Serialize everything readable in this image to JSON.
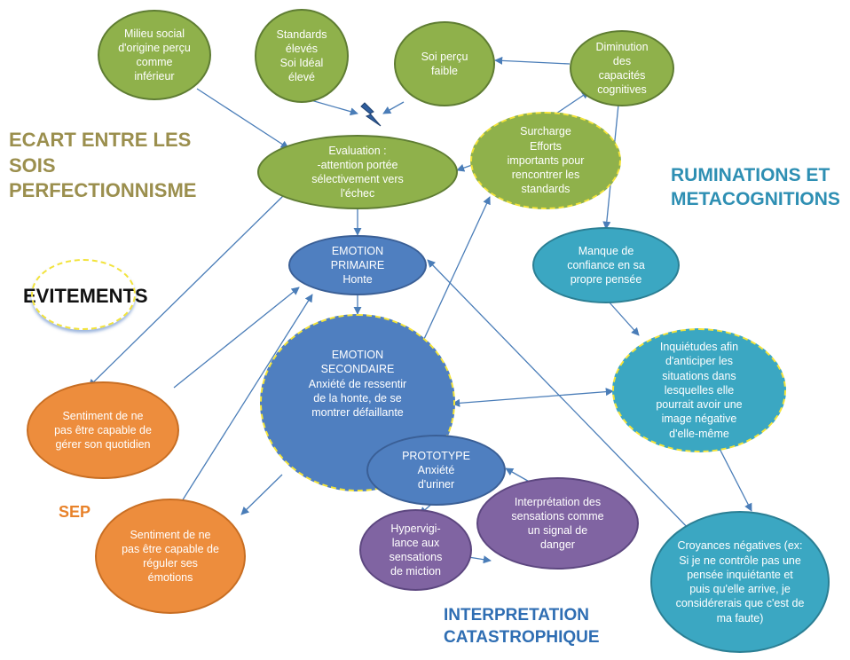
{
  "colors": {
    "green_node": "#8fb14b",
    "blue_node": "#4f7fc0",
    "teal_node": "#3ba7c2",
    "orange_node": "#ed8d3d",
    "purple_node": "#8064a2",
    "arrow": "#4a7db8",
    "dashed_outline": "#f2e33a",
    "title_olive": "#9b8f4e",
    "title_teal": "#2e8fb3",
    "title_orange": "#e8822a",
    "title_blue": "#2f6eb3"
  },
  "icons": {
    "lightning": "lightning-bolt-icon"
  },
  "labels": {
    "ecart": "ECART ENTRE LES\nSOIS\nPERFECTIONNISME",
    "evitements": "EVITEMENTS",
    "ruminations": "RUMINATIONS ET\nMETACOGNITIONS",
    "sep": "SEP",
    "interpretation": "INTERPRETATION\nCATASTROPHIQUE"
  },
  "nodes": {
    "milieu_social": "Milieu social\nd'origine perçu\ncomme\ninférieur",
    "standards": "Standards\nélevés\nSoi Idéal\nélevé",
    "soi_percu": "Soi perçu\nfaible",
    "diminution": "Diminution\ndes\ncapacités\ncognitives",
    "evaluation": "Evaluation :\n-attention portée\nsélectivement vers\nl'échec",
    "surcharge": "Surcharge\nEfforts\nimportants pour\nrencontrer les\nstandards",
    "emotion_primaire": "EMOTION\nPRIMAIRE\nHonte",
    "manque_confiance": "Manque de\nconfiance en sa\npropre pensée",
    "emotion_secondaire": "EMOTION\nSECONDAIRE\nAnxiété de ressentir\nde la honte, de se\nmontrer défaillante",
    "inquietudes": "Inquiétudes afin\nd'anticiper les\nsituations dans\nlesquelles elle\npourrait avoir une\nimage négative\nd'elle-même",
    "sentiment_quotidien": "Sentiment de ne\npas être capable de\ngérer son quotidien",
    "prototype": "PROTOTYPE\nAnxiété\nd'uriner",
    "interpretation_sensations": "Interprétation des\nsensations comme\nun signal de\ndanger",
    "hypervigilance": "Hypervigi-\nlance aux\nsensations\nde miction",
    "sentiment_emotions": "Sentiment de ne\npas être capable de\nréguler ses\némotions",
    "croyances": "Croyances  négatives (ex:\nSi je ne contrôle pas une\npensée inquiétante et\npuis qu'elle arrive, je\nconsidérerais que c'est de\nma faute)"
  }
}
